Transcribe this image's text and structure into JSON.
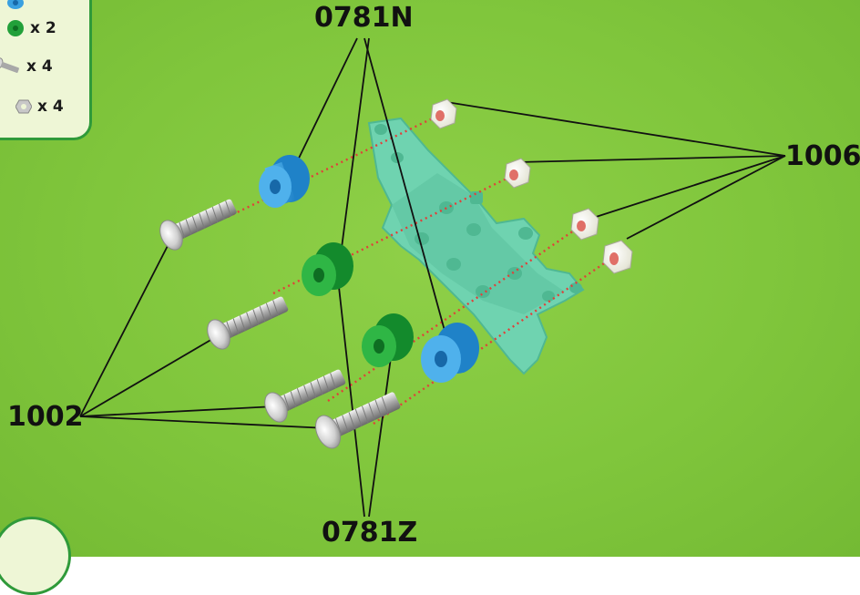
{
  "inventory": {
    "items": [
      {
        "icon": "blue-spacer-icon",
        "count": ""
      },
      {
        "icon": "green-spacer-icon",
        "count": "x 2"
      },
      {
        "icon": "bolt-icon",
        "count": "x 4"
      },
      {
        "icon": "nut-icon",
        "count": "x 4"
      }
    ]
  },
  "labels": {
    "blue_spacer": "0781N",
    "nut": "1006",
    "bolt": "1002",
    "green_spacer": "0781Z"
  },
  "colors": {
    "background": "#80c63c",
    "plate": "#6fd3b0",
    "blue_spacer": "#3aa0e0",
    "green_spacer": "#22a03a",
    "guide_line": "#e0403a",
    "leader_line": "#111111",
    "frame": "#2f9a3a"
  }
}
